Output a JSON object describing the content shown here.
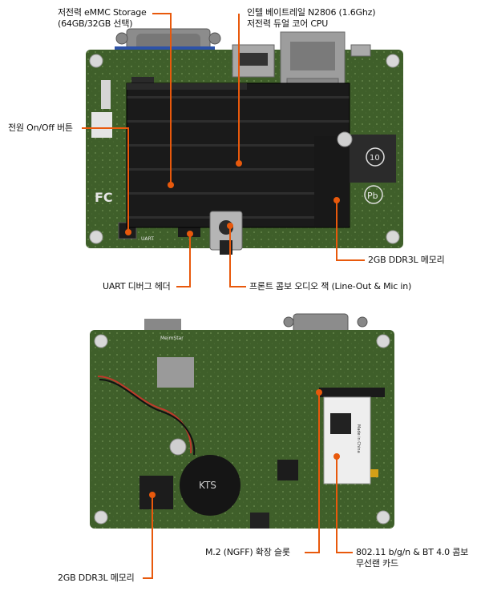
{
  "labels": {
    "emmc": [
      "저전력 eMMC Storage",
      "(64GB/32GB 선택)"
    ],
    "cpu": [
      "인텔 베이트레일 N2806 (1.6Ghz)",
      "저전력 듀얼 코어 CPU"
    ],
    "power": "전원 On/Off 버튼",
    "ram_top": "2GB DDR3L 메모리",
    "uart": "UART 디버그 헤더",
    "audio": "프론트 콤보 오디오 잭 (Line-Out & Mic in)",
    "m2": "M.2 (NGFF) 확장 슬롯",
    "wifi": [
      "802.11 b/g/n & BT 4.0 콤보",
      "무선랜 카드"
    ],
    "ram_bottom": "2GB DDR3L 메모리"
  },
  "board_text": {
    "fc": "FC",
    "pb": "Pb",
    "ten": "10",
    "uart_silk": "UART",
    "brand_bottom": "MeimStar",
    "battery": "KTS",
    "wifi_card": "Made in China"
  },
  "colors": {
    "accent": "#e8590c",
    "pcb": "#3f5f2a",
    "pcb_dark": "#2c4620",
    "heatsink": "#141414",
    "metal": "#9a9a9a",
    "label": "#111111"
  }
}
